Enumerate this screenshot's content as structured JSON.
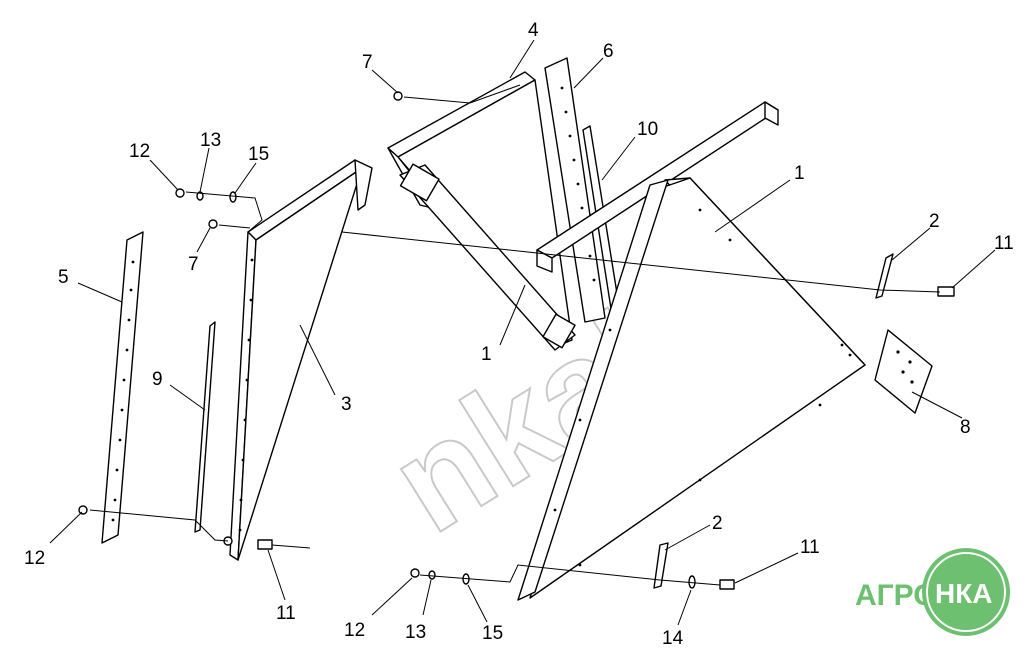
{
  "watermark": "nkaby",
  "logo": {
    "left_text": "АГРО",
    "circle_text": "НКА",
    "color": "#6cc070"
  },
  "callouts": [
    {
      "id": "c4",
      "label": "4"
    },
    {
      "id": "c6",
      "label": "6"
    },
    {
      "id": "c7a",
      "label": "7"
    },
    {
      "id": "c10",
      "label": "10"
    },
    {
      "id": "c12a",
      "label": "12"
    },
    {
      "id": "c13a",
      "label": "13"
    },
    {
      "id": "c15a",
      "label": "15"
    },
    {
      "id": "c1a",
      "label": "1"
    },
    {
      "id": "c2a",
      "label": "2"
    },
    {
      "id": "c11a",
      "label": "11"
    },
    {
      "id": "c7b",
      "label": "7"
    },
    {
      "id": "c5",
      "label": "5"
    },
    {
      "id": "c1b",
      "label": "1"
    },
    {
      "id": "c9",
      "label": "9"
    },
    {
      "id": "c3",
      "label": "3"
    },
    {
      "id": "c8",
      "label": "8"
    },
    {
      "id": "c2b",
      "label": "2"
    },
    {
      "id": "c11b",
      "label": "11"
    },
    {
      "id": "c12b",
      "label": "12"
    },
    {
      "id": "c11c",
      "label": "11"
    },
    {
      "id": "c12c",
      "label": "12"
    },
    {
      "id": "c13b",
      "label": "13"
    },
    {
      "id": "c15b",
      "label": "15"
    },
    {
      "id": "c14",
      "label": "14"
    }
  ]
}
